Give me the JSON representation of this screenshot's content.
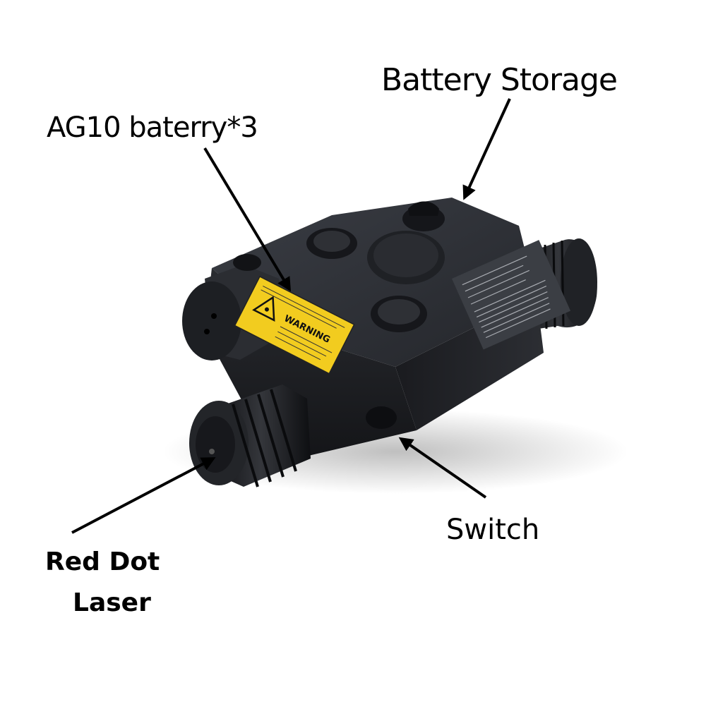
{
  "callouts": {
    "battery_storage": "Battery Storage",
    "ag10_battery": "AG10 baterry*3",
    "switch": "Switch",
    "red_dot": "Red Dot",
    "laser": "Laser"
  },
  "warning_label": {
    "headline": "WARNING"
  },
  "colors": {
    "background": "#ffffff",
    "device_body": "#1c1e22",
    "warning_label": "#f2cc1f",
    "arrow": "#000000"
  }
}
